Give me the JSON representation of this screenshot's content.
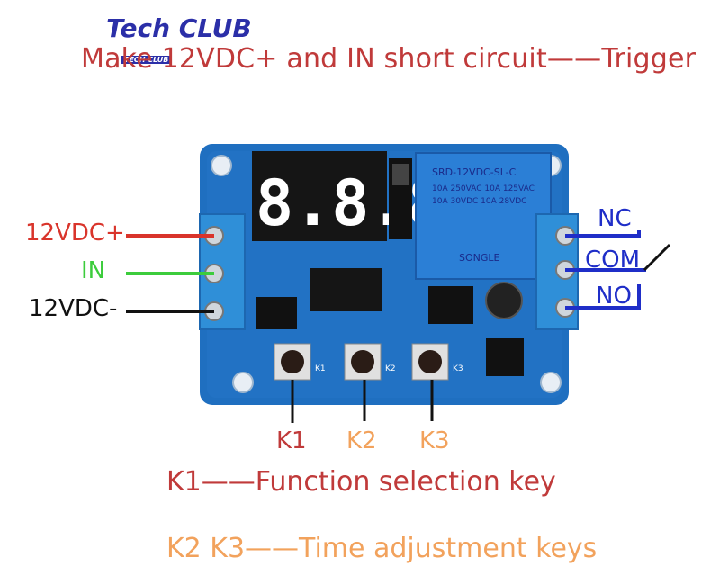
{
  "brand": {
    "name": "Tech CLUB",
    "sub": "TECH CLUB"
  },
  "title": "Make 12VDC+ and IN short circuit——Trigger",
  "display": {
    "digits": "8.8.8."
  },
  "relay": {
    "model": "SRD-12VDC-SL-C",
    "maker": "SONGLE",
    "ratings": [
      "10A 250VAC  10A 125VAC",
      "10A 30VDC  10A 28VDC"
    ]
  },
  "inputs": [
    {
      "label": "12VDC+",
      "color": "#d9342b"
    },
    {
      "label": "IN",
      "color": "#3ccc3c"
    },
    {
      "label": "12VDC-",
      "color": "#111111"
    }
  ],
  "outputs": [
    {
      "label": "NC"
    },
    {
      "label": "COM"
    },
    {
      "label": "NO"
    }
  ],
  "keys": [
    {
      "label": "K1",
      "color": "#c03a3a",
      "board_label": "K1"
    },
    {
      "label": "K2",
      "color": "#f2a25c",
      "board_label": "K2"
    },
    {
      "label": "K3",
      "color": "#f2a25c",
      "board_label": "K3"
    }
  ],
  "descriptions": {
    "k1": "K1——Function selection key",
    "k23": "K2 K3——Time adjustment keys"
  },
  "colors": {
    "pcb": "#1f6fc0",
    "relay": "#2b7fd6",
    "terminal": "#2f8fd8",
    "output_wire": "#1f2ec8"
  }
}
